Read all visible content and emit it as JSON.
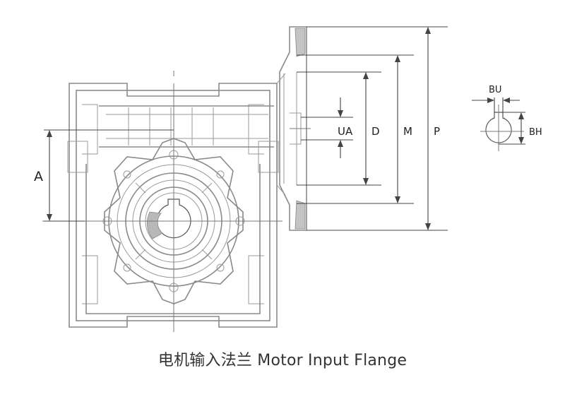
{
  "caption": "电机输入法兰 Motor Input Flange",
  "labels": {
    "a": "A",
    "ua": "UA",
    "d": "D",
    "m": "M",
    "p": "P",
    "bu": "BU",
    "bh": "BH"
  }
}
